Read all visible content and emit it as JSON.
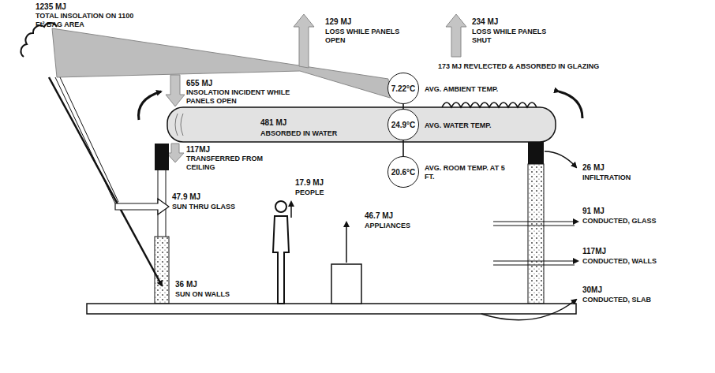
{
  "diagram": {
    "nodes": [
      {
        "text": [
          "7.22°C",
          "AVG. AMBIENT TEMP."
        ]
      },
      {
        "text": [
          "24.9°C",
          "AVG. WATER TEMP."
        ]
      },
      {
        "text": [
          "20.6°C",
          "AVG. ROOM TEMP. AT 5 FT."
        ]
      }
    ],
    "edges": [
      {
        "from": 0,
        "to": 1,
        "arrow": "none"
      },
      {
        "from": 1,
        "to": 2,
        "arrow": "none"
      }
    ],
    "labels": [
      "1235 MJ",
      "TOTAL INSOLATION ON 1100 Ft² BAG AREA",
      "655 MJ",
      "INSOLATION INCIDENT WHILE PANELS OPEN",
      "129 MJ",
      "LOSS WHILE PANELS OPEN",
      "234 MJ",
      "LOSS WHILE PANELS SHUT",
      "173 MJ REVLECTED & ABSORBED IN GLAZING",
      "481 MJ",
      "ABSORBED IN WATER",
      "117MJ",
      "TRANSFERRED FROM CEILING",
      "47.9 MJ",
      "SUN THRU GLASS",
      "17.9 MJ",
      "PEOPLE",
      "46.7 MJ",
      "APPLIANCES",
      "36 MJ",
      "SUN ON WALLS",
      "26 MJ",
      "INFILTRATION",
      "91 MJ",
      "CONDUCTED, GLASS",
      "117MJ",
      "CONDUCTED, WALLS",
      "30MJ",
      "CONDUCTED, SLAB"
    ]
  }
}
